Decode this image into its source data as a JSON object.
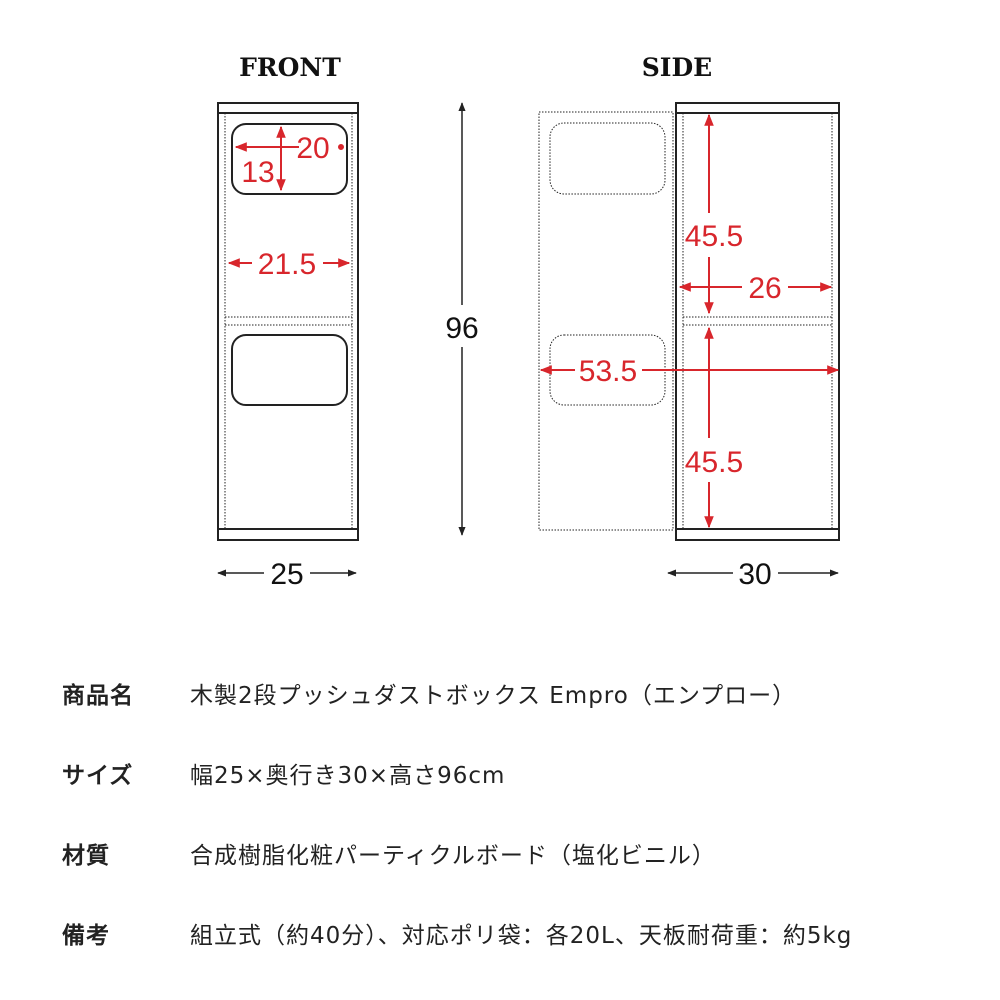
{
  "views": {
    "front": {
      "title": "FRONT",
      "opening_width": "20",
      "opening_height": "13",
      "inner_width": "21.5",
      "width": "25"
    },
    "height": "96",
    "side": {
      "title": "SIDE",
      "upper_height": "45.5",
      "inner_depth": "26",
      "open_depth": "53.5",
      "lower_height": "45.5",
      "depth": "30"
    }
  },
  "colors": {
    "dimension": "#d8262c",
    "outline": "#222222"
  },
  "specs": [
    {
      "label": "商品名",
      "value": "木製2段プッシュダストボックス Empro（エンプロー）"
    },
    {
      "label": "サイズ",
      "value": "幅25×奥行き30×高さ96cm"
    },
    {
      "label": "材質",
      "value": "合成樹脂化粧パーティクルボード（塩化ビニル）"
    },
    {
      "label": "備考",
      "value": "組立式（約40分）、対応ポリ袋：各20L、天板耐荷重：約5kg"
    }
  ]
}
